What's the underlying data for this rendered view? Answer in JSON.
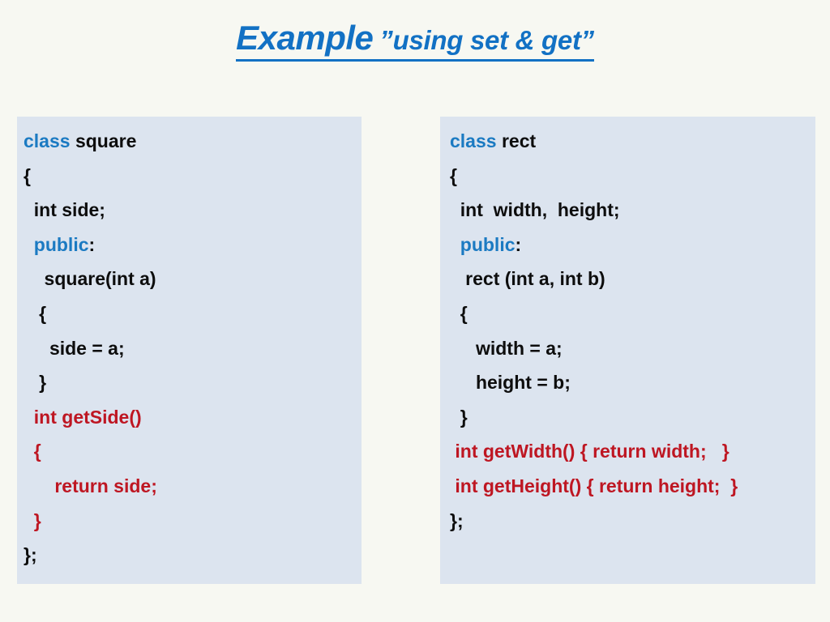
{
  "slide": {
    "title_main": "Example",
    "title_sub": "”using set & get”",
    "background_color": "#f7f8f2",
    "title_color": "#1271c4"
  },
  "colors": {
    "keyword_blue": "#1b7ac2",
    "code_red": "#be1622",
    "code_black": "#0d0d0d",
    "panel_fill": "#dce4ef"
  },
  "panels": [
    {
      "id": "square-class-panel",
      "title": "class square",
      "lines": [
        {
          "segments": [
            {
              "text": "class",
              "style": "kw"
            },
            {
              "text": " square",
              "style": "blk"
            }
          ]
        },
        {
          "segments": [
            {
              "text": "{",
              "style": "blk"
            }
          ]
        },
        {
          "segments": [
            {
              "text": "  int side;",
              "style": "blk"
            }
          ]
        },
        {
          "segments": [
            {
              "text": "  ",
              "style": "blk"
            },
            {
              "text": "public",
              "style": "kw"
            },
            {
              "text": ":",
              "style": "blk"
            }
          ]
        },
        {
          "segments": [
            {
              "text": "    square(int a)",
              "style": "blk"
            }
          ]
        },
        {
          "segments": [
            {
              "text": "   {",
              "style": "blk"
            }
          ]
        },
        {
          "segments": [
            {
              "text": "     side = a;",
              "style": "blk"
            }
          ]
        },
        {
          "segments": [
            {
              "text": "   }",
              "style": "blk"
            }
          ]
        },
        {
          "segments": [
            {
              "text": "  int getSide()",
              "style": "red"
            }
          ]
        },
        {
          "segments": [
            {
              "text": "  {",
              "style": "red"
            }
          ]
        },
        {
          "segments": [
            {
              "text": "      return side;",
              "style": "red"
            }
          ]
        },
        {
          "segments": [
            {
              "text": "  }",
              "style": "red"
            }
          ]
        },
        {
          "segments": [
            {
              "text": "};",
              "style": "blk"
            }
          ]
        }
      ]
    },
    {
      "id": "rect-class-panel",
      "title": "class rect",
      "lines": [
        {
          "segments": [
            {
              "text": "class",
              "style": "kw"
            },
            {
              "text": " rect",
              "style": "blk"
            }
          ]
        },
        {
          "segments": [
            {
              "text": "{",
              "style": "blk"
            }
          ]
        },
        {
          "segments": [
            {
              "text": "  int  width,  height;",
              "style": "blk"
            }
          ]
        },
        {
          "segments": [
            {
              "text": "  ",
              "style": "blk"
            },
            {
              "text": "public",
              "style": "kw"
            },
            {
              "text": ":",
              "style": "blk"
            }
          ]
        },
        {
          "segments": [
            {
              "text": "   rect (int a, int b)",
              "style": "blk"
            }
          ]
        },
        {
          "segments": [
            {
              "text": "  {",
              "style": "blk"
            }
          ]
        },
        {
          "segments": [
            {
              "text": "     width = a;",
              "style": "blk"
            }
          ]
        },
        {
          "segments": [
            {
              "text": "     height = b;",
              "style": "blk"
            }
          ]
        },
        {
          "segments": [
            {
              "text": "  }",
              "style": "blk"
            }
          ]
        },
        {
          "segments": [
            {
              "text": " int getWidth() { return width;   }",
              "style": "red"
            }
          ]
        },
        {
          "segments": [
            {
              "text": " int getHeight() { return height;  }",
              "style": "red"
            }
          ]
        },
        {
          "segments": [
            {
              "text": "};",
              "style": "blk"
            }
          ]
        }
      ]
    }
  ]
}
